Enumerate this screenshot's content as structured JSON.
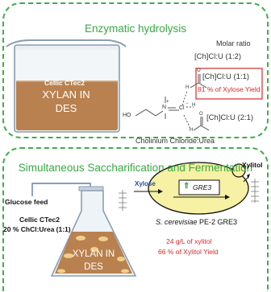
{
  "panel1": {
    "title": "Enzymatic hydrolysis",
    "beaker_enzyme": "Cellic CTec2",
    "beaker_content": [
      "XYLAN IN",
      "DES"
    ],
    "molecule_labels": {
      "ho": "HO",
      "n_plus": "N",
      "plus": "+",
      "cl": "Cl",
      "minus": "−",
      "h": "H",
      "o": "O",
      "nh2": "NH",
      "n": "N"
    },
    "molecule_caption": "Cholinium Chloride:Urea",
    "molar_ratio_label": "Molar ratio",
    "ratios": [
      "[Ch]Cl:U (1:2)",
      "[Ch]Cl:U (1:1)",
      "[Ch]Cl:U (2:1)"
    ],
    "best_yield": "81 % of Xylose Yield",
    "highlight_color": "#d62a2a"
  },
  "panel2": {
    "title": "Simultaneous Saccharification and Fermentation",
    "glucose_feed": "Glucose feed",
    "enzyme": "Cellic CTec2",
    "ches_loading": "20 % ChCl:Urea (1:1)",
    "flask_content": [
      "XYLAN IN",
      "DES"
    ],
    "xylose_label": "Xylose",
    "gene_label": "GRE3",
    "xylitol_label": "Xylitol",
    "organism_italic": "S. cerevisiae",
    "organism_strain": "PE-2 GRE3",
    "titer": "24 g/L of xylitol",
    "xylitol_yield": "66 % of Xylitol Yield"
  },
  "colors": {
    "border_green": "#3fae49",
    "title_green": "#3aa843",
    "xylan_brown": "#b9814f",
    "red_text": "#d62a2a",
    "gene_green": "#2f9a3f"
  }
}
